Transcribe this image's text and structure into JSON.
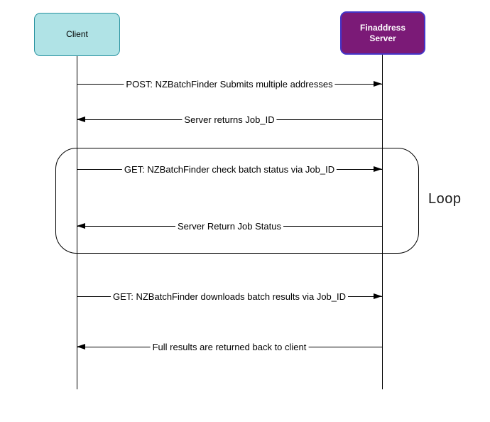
{
  "diagram": {
    "type": "sequence-diagram",
    "actors": [
      {
        "id": "client",
        "label": "Client",
        "fill": "#b0e3e6",
        "border": "#2a93a0",
        "text_color": "#000000"
      },
      {
        "id": "server",
        "label": "Finaddress Server",
        "fill": "#7b1a77",
        "border": "#4434c8",
        "text_color": "#ffffff"
      }
    ],
    "messages": [
      {
        "from": "Client",
        "to": "Finaddress Server",
        "direction": "right",
        "label": "POST: NZBatchFinder Submits multiple addresses",
        "in_loop": false
      },
      {
        "from": "Finaddress Server",
        "to": "Client",
        "direction": "left",
        "label": "Server returns Job_ID",
        "in_loop": false
      },
      {
        "from": "Client",
        "to": "Finaddress Server",
        "direction": "right",
        "label": "GET: NZBatchFinder check batch status via Job_ID",
        "in_loop": true
      },
      {
        "from": "Finaddress Server",
        "to": "Client",
        "direction": "left",
        "label": "Server Return Job Status",
        "in_loop": true
      },
      {
        "from": "Client",
        "to": "Finaddress Server",
        "direction": "right",
        "label": "GET: NZBatchFinder downloads batch results via Job_ID",
        "in_loop": false
      },
      {
        "from": "Finaddress Server",
        "to": "Client",
        "direction": "left",
        "label": "Full results are returned back to client",
        "in_loop": false
      }
    ],
    "loop": {
      "label": "Loop"
    },
    "colors": {
      "line": "#000000",
      "background": "#ffffff"
    }
  }
}
